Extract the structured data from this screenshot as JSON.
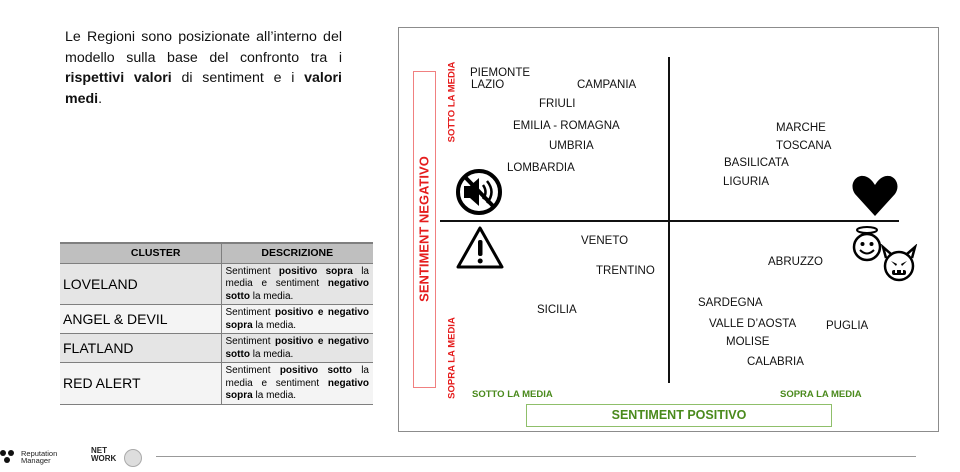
{
  "intro": {
    "parts": [
      {
        "text": "Le Regioni sono posizionate all’interno del modello sulla base del confronto tra i ",
        "bold": false
      },
      {
        "text": "rispettivi valori",
        "bold": true
      },
      {
        "text": " di sentiment e i ",
        "bold": false
      },
      {
        "text": "valori medi",
        "bold": true
      },
      {
        "text": ".",
        "bold": false
      }
    ]
  },
  "table": {
    "headers": [
      "CLUSTER",
      "DESCRIZIONE"
    ],
    "rows": [
      {
        "cluster": "LOVELAND",
        "desc_a": "Sentiment ",
        "desc_b": "positivo sopra",
        "desc_c": " la media e sentiment ",
        "desc_d": "negativo sotto",
        "desc_e": " la media."
      },
      {
        "cluster": "ANGEL & DEVIL",
        "desc_a": "Sentiment ",
        "desc_b": "positivo e negativo sopra",
        "desc_c": " la media.",
        "desc_d": "",
        "desc_e": ""
      },
      {
        "cluster": "FLATLAND",
        "desc_a": "Sentiment ",
        "desc_b": "positivo e negativo sotto",
        "desc_c": " la media.",
        "desc_d": "",
        "desc_e": ""
      },
      {
        "cluster": "RED ALERT",
        "desc_a": "Sentiment ",
        "desc_b": "positivo sotto",
        "desc_c": " la media e sentiment ",
        "desc_d": "negativo sopra",
        "desc_e": " la media."
      }
    ]
  },
  "diagram": {
    "y_axis_label": "SENTIMENT NEGATIVO",
    "y_top_label": "SOTTO LA MEDIA",
    "y_bottom_label": "SOPRA LA MEDIA",
    "x_axis_label": "SENTIMENT POSITIVO",
    "x_left_label": "SOTTO LA MEDIA",
    "x_right_label": "SOPRA LA MEDIA",
    "colors": {
      "negative": "#e51c1c",
      "positive": "#4a8a1c"
    },
    "quadrants": {
      "top_left": {
        "icon": "mute-speaker-icon",
        "cluster": "FLATLAND",
        "regions": [
          "PIEMONTE",
          "LAZIO",
          "CAMPANIA",
          "FRIULI",
          "EMILIA - ROMAGNA",
          "UMBRIA",
          "LOMBARDIA"
        ]
      },
      "top_right": {
        "icon": "heart-icon",
        "cluster": "LOVELAND",
        "regions": [
          "MARCHE",
          "TOSCANA",
          "BASILICATA",
          "LIGURIA"
        ]
      },
      "bottom_left": {
        "icon": "warning-icon",
        "cluster": "RED ALERT",
        "regions": [
          "VENETO",
          "TRENTINO",
          "SICILIA"
        ]
      },
      "bottom_right": {
        "icon": "angel-devil-icon",
        "cluster": "ANGEL & DEVIL",
        "regions": [
          "ABRUZZO",
          "SARDEGNA",
          "VALLE D’AOSTA",
          "PUGLIA",
          "MOLISE",
          "CALABRIA"
        ]
      }
    }
  },
  "footer": {
    "logo1_line1": "Reputation",
    "logo1_line2": "Manager",
    "logo2_line1": "NET",
    "logo2_line2": "WORK"
  }
}
